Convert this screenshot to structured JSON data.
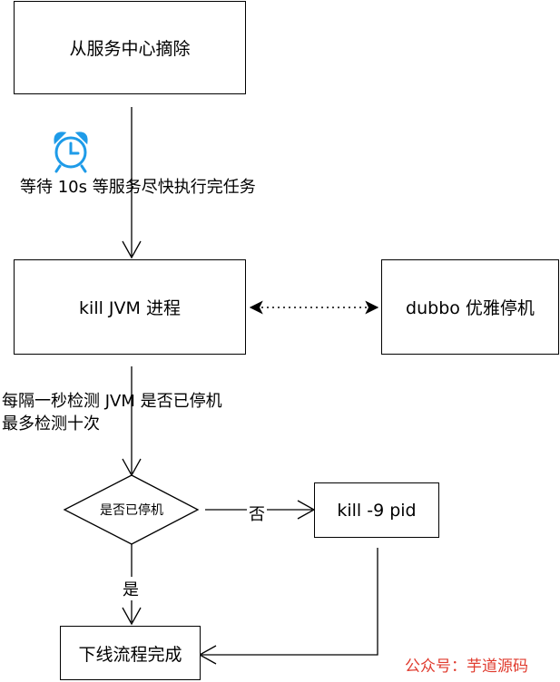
{
  "nodes": {
    "remove": "从服务中心摘除",
    "kill_jvm": "kill JVM 进程",
    "dubbo": "dubbo 优雅停机",
    "decision": "是否已停机",
    "kill9": "kill -9 pid",
    "done": "下线流程完成"
  },
  "labels": {
    "wait": "等待 10s 等服务尽快执行完任务",
    "check_line1": "每隔一秒检测 JVM 是否已停机",
    "check_line2": "最多检测十次",
    "no": "否",
    "yes": "是"
  },
  "watermark": "公众号：芋道源码",
  "colors": {
    "alarm_clock": "#1e9be8",
    "watermark": "#e03b2e"
  },
  "icons": [
    "alarm-clock-icon"
  ]
}
